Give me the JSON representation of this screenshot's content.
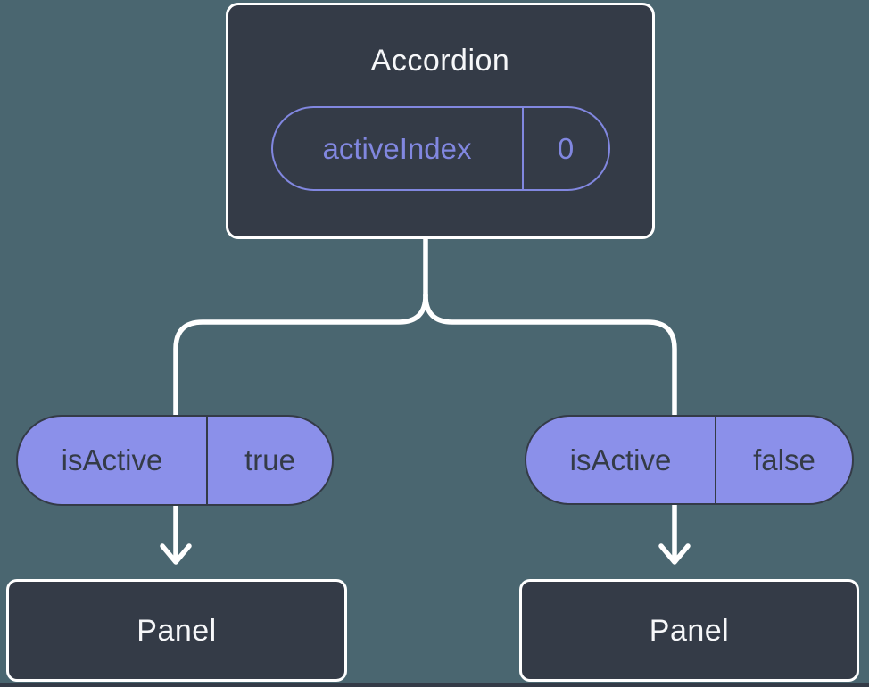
{
  "colors": {
    "background": "#4A6670",
    "node-fill": "#343B47",
    "node-border": "#FFFFFF",
    "purple-fill": "#8B90EA",
    "purple-stroke": "#8187E0",
    "dark-text": "#343B47",
    "light-text": "#F6F7F9",
    "connector": "#FFFFFF"
  },
  "diagram": {
    "root": {
      "title": "Accordion",
      "state": {
        "name": "activeIndex",
        "value": "0"
      }
    },
    "children": [
      {
        "prop": {
          "name": "isActive",
          "value": "true"
        },
        "title": "Panel"
      },
      {
        "prop": {
          "name": "isActive",
          "value": "false"
        },
        "title": "Panel"
      }
    ]
  }
}
